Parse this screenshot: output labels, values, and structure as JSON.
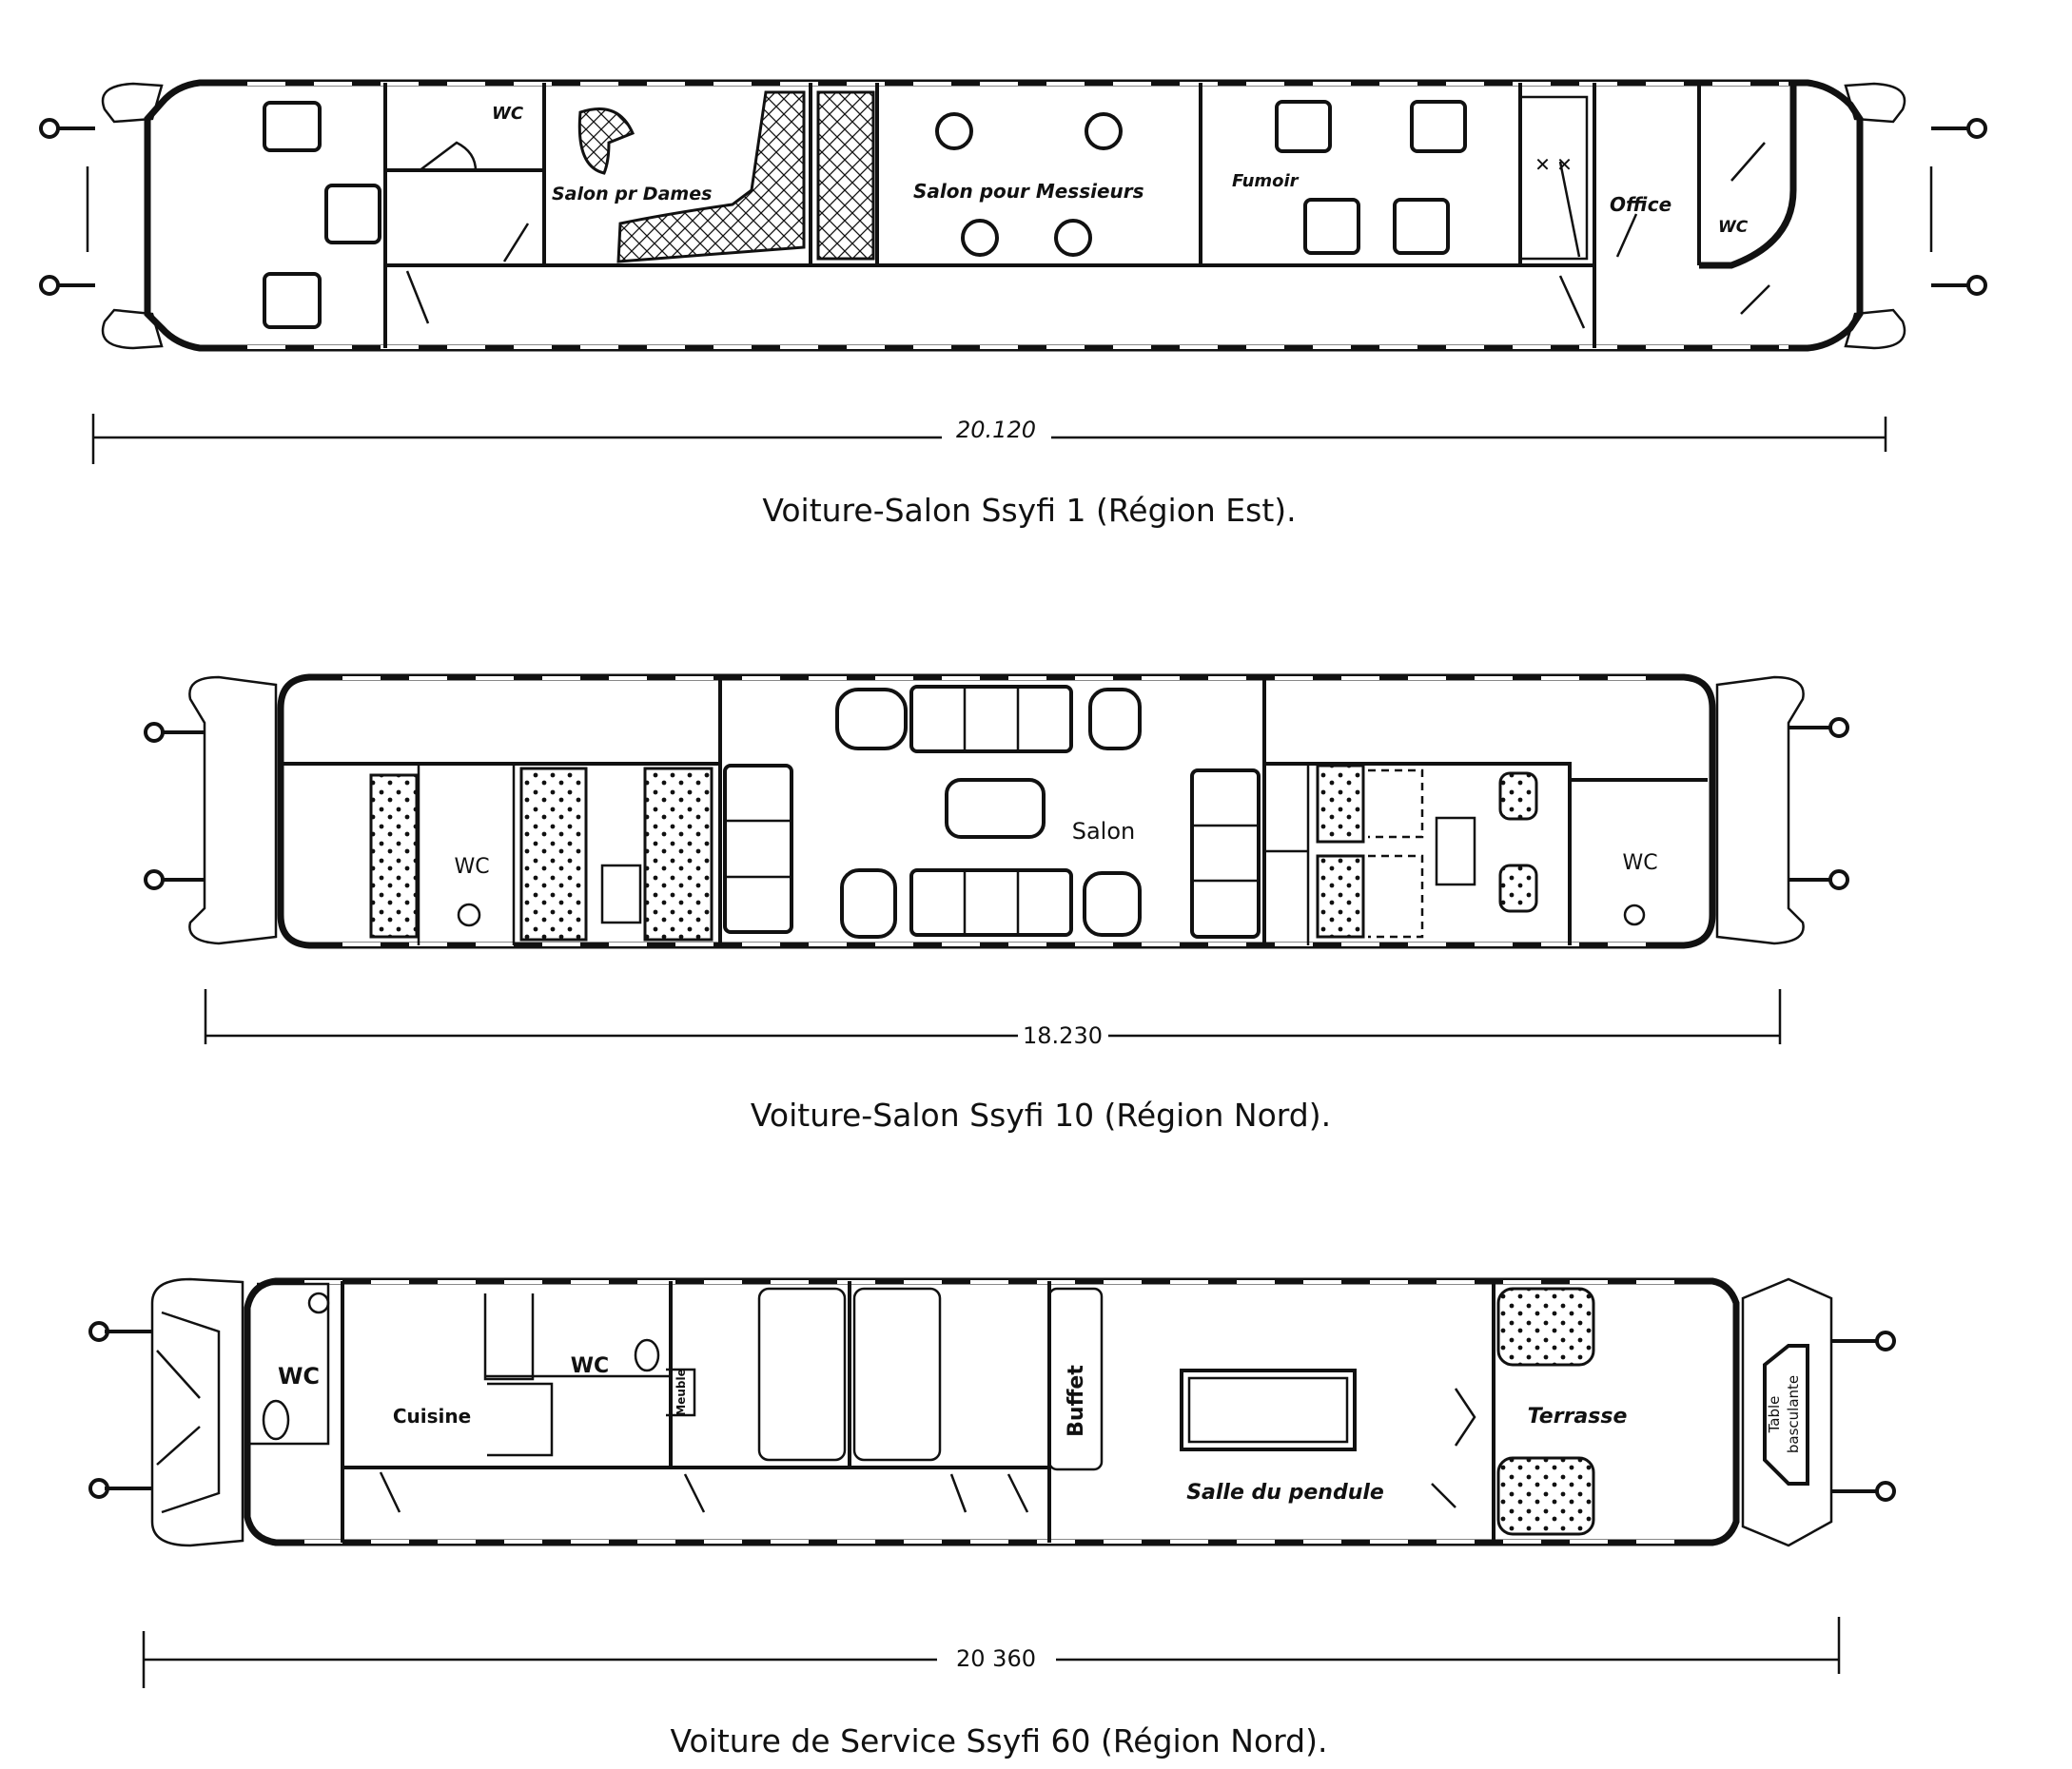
{
  "cars": [
    {
      "caption": "Voiture-Salon Ssyfi 1 (Région Est).",
      "length": "20.120",
      "rooms": {
        "wc_left": "WC",
        "salon_dames": "Salon pr Dames",
        "salon_messieurs": "Salon pour Messieurs",
        "fumoir": "Fumoir",
        "office": "Office",
        "wc_right": "WC"
      }
    },
    {
      "caption": "Voiture-Salon Ssyfi 10 (Région Nord).",
      "length": "18.230",
      "rooms": {
        "wc_left": "WC",
        "salon": "Salon",
        "wc_right": "WC"
      }
    },
    {
      "caption": "Voiture de Service Ssyfi 60 (Région Nord).",
      "length": "20 360",
      "rooms": {
        "wc_left": "WC",
        "cuisine": "Cuisine",
        "wc_mid": "WC",
        "meuble": "Meuble",
        "buffet": "Buffet",
        "salle_pendule": "Salle du pendule",
        "terrasse": "Terrasse",
        "table_basculante_1": "Table",
        "table_basculante_2": "basculante"
      }
    }
  ]
}
